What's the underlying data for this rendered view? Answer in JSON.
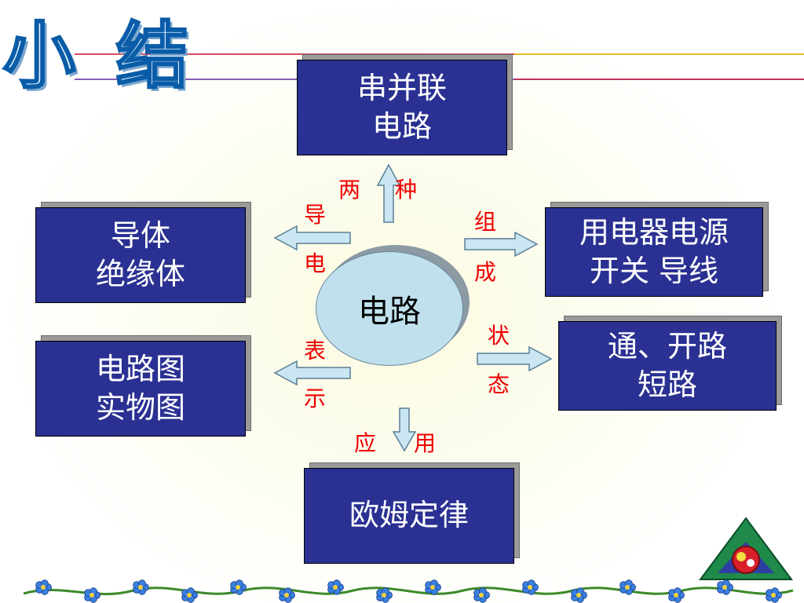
{
  "title": "小 结",
  "center": "电路",
  "boxes": {
    "top": "串并联\n电路",
    "left_upper": "导体\n绝缘体",
    "left_lower": "电路图\n实物图",
    "right_upper": "用电器电源\n开关 导线",
    "right_lower": "通、开路\n短路",
    "bottom": "欧姆定律"
  },
  "labels": {
    "top_a": "两",
    "top_b": "种",
    "left_upper_a": "导",
    "left_upper_b": "电",
    "left_lower_a": "表",
    "left_lower_b": "示",
    "right_upper_a": "组",
    "right_upper_b": "成",
    "right_lower_a": "状",
    "right_lower_b": "态",
    "bottom_a": "应",
    "bottom_b": "用"
  },
  "colors": {
    "box_fill": "#2a3192",
    "label_text": "#ee0000",
    "center_fill": "#bfe0ec",
    "arrow_fill": "#c9e6f2"
  }
}
